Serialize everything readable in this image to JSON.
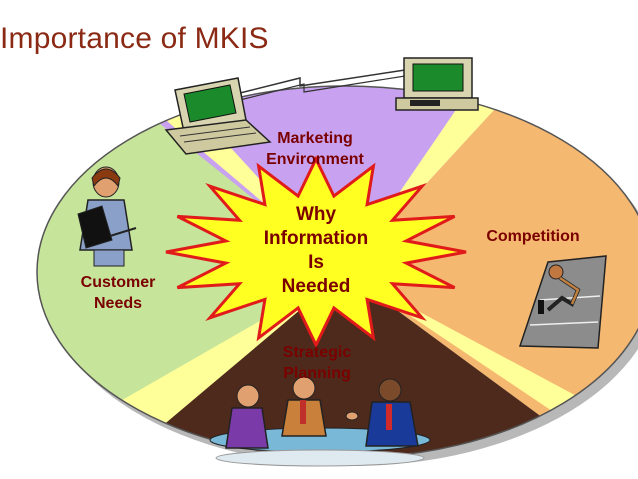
{
  "title": "Importance of MKIS",
  "center": {
    "lines": [
      "Why",
      "Information",
      "Is",
      "Needed"
    ]
  },
  "segments": [
    {
      "name": "marketing-environment",
      "lines": [
        "Marketing",
        "Environment"
      ],
      "color": "#c8a2f0"
    },
    {
      "name": "competition",
      "lines": [
        "Competition"
      ],
      "color": "#f5b870"
    },
    {
      "name": "strategic-planning",
      "lines": [
        "Strategic",
        "Planning"
      ],
      "color": "#4e2a1c"
    },
    {
      "name": "customer-needs",
      "lines": [
        "Customer",
        "Needs"
      ],
      "color": "#c6e49a"
    }
  ],
  "colors": {
    "title": "#8b2a14",
    "divider": "#ffff99",
    "starburst_fill": "#ffff22",
    "starburst_stroke": "#e11a1a",
    "label_text": "#7a0000"
  },
  "icons": [
    "computer-terminal-icon",
    "laptop-icon",
    "businesswoman-icon",
    "runner-on-track-icon",
    "business-meeting-icon"
  ]
}
